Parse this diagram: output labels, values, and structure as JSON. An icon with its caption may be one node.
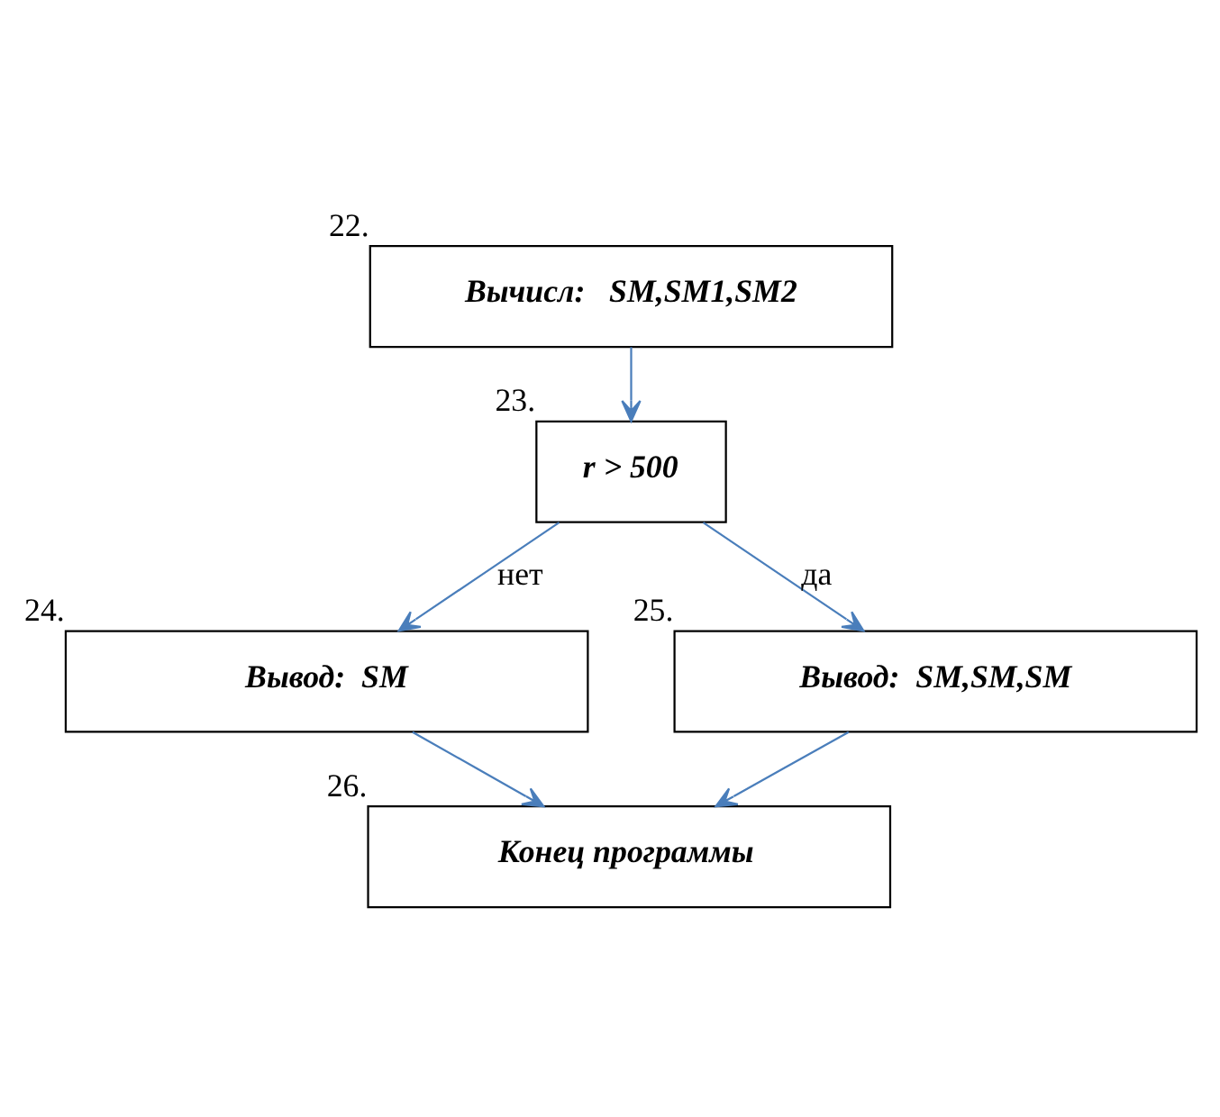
{
  "diagram": {
    "nodes": [
      {
        "text": [
          "Вычисл:   SM,SM1,SM2"
        ],
        "beside": [
          "22."
        ]
      },
      {
        "text": [
          "r > 500"
        ],
        "beside": [
          "23."
        ]
      },
      {
        "text": [
          "Вывод:  SM"
        ],
        "beside": [
          "24."
        ]
      },
      {
        "text": [
          "Вывод:  SM,SM,SM"
        ],
        "beside": [
          "25."
        ]
      },
      {
        "text": [
          "Конец программы"
        ],
        "beside": [
          "26."
        ]
      }
    ],
    "edges": [
      {
        "from": 0,
        "to": 1,
        "arrow": "to"
      },
      {
        "from": 1,
        "to": 2,
        "arrow": "to",
        "label": "нет"
      },
      {
        "from": 1,
        "to": 3,
        "arrow": "to",
        "label": "да"
      },
      {
        "from": 3,
        "to": 4,
        "arrow": "to"
      },
      {
        "from": 2,
        "to": 4,
        "arrow": "to"
      }
    ]
  }
}
